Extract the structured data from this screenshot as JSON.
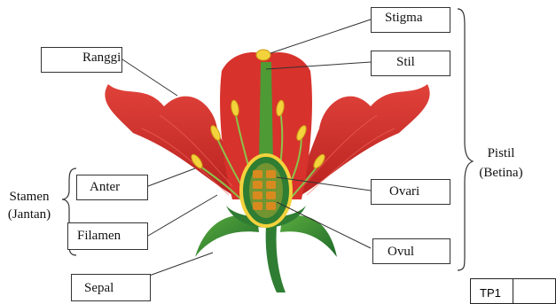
{
  "labels": {
    "ranggi": "Ranggi",
    "stigma": "Stigma",
    "stil": "Stil",
    "anter": "Anter",
    "filamen": "Filamen",
    "ovari": "Ovari",
    "ovul": "Ovul",
    "sepal": "Sepal",
    "stamen_line1": "Stamen",
    "stamen_line2": "(Jantan)",
    "pistil_line1": "Pistil",
    "pistil_line2": "(Betina)"
  },
  "tag": {
    "code": "TP1",
    "value": ""
  },
  "colors": {
    "petal": "#d8322c",
    "petal_dark": "#a81d1c",
    "sepal": "#2f7d32",
    "sepal_light": "#5aab3e",
    "anther": "#f4d23c",
    "ovary": "#d98a1f",
    "line": "#333333"
  }
}
